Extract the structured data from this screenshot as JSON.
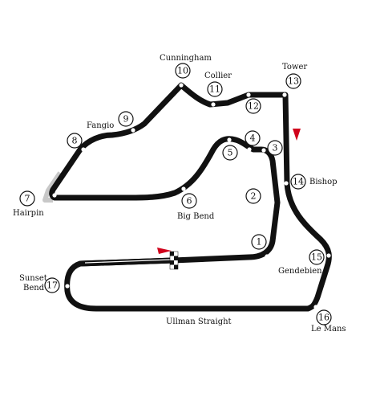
{
  "colors": {
    "track": "#111111",
    "runoff": "#c8c8c8",
    "flag": "#d0021b",
    "arrow": "#d0021b",
    "background": "#ffffff"
  },
  "turns": [
    {
      "number": "1",
      "name": ""
    },
    {
      "number": "2",
      "name": ""
    },
    {
      "number": "3",
      "name": ""
    },
    {
      "number": "4",
      "name": ""
    },
    {
      "number": "5",
      "name": ""
    },
    {
      "number": "6",
      "name": "Big Bend"
    },
    {
      "number": "7",
      "name": "Hairpin"
    },
    {
      "number": "8",
      "name": ""
    },
    {
      "number": "9",
      "name": "Fangio"
    },
    {
      "number": "10",
      "name": "Cunningham"
    },
    {
      "number": "11",
      "name": "Collier"
    },
    {
      "number": "12",
      "name": ""
    },
    {
      "number": "13",
      "name": "Tower"
    },
    {
      "number": "14",
      "name": "Bishop"
    },
    {
      "number": "15",
      "name": "Gendebien"
    },
    {
      "number": "16",
      "name": "Le Mans"
    },
    {
      "number": "17",
      "name": "Sunset Bend"
    }
  ],
  "straight_label": "Ullman Straight",
  "icons": [
    "start-flag-icon",
    "checkered-flag-icon",
    "direction-arrow-icon"
  ]
}
